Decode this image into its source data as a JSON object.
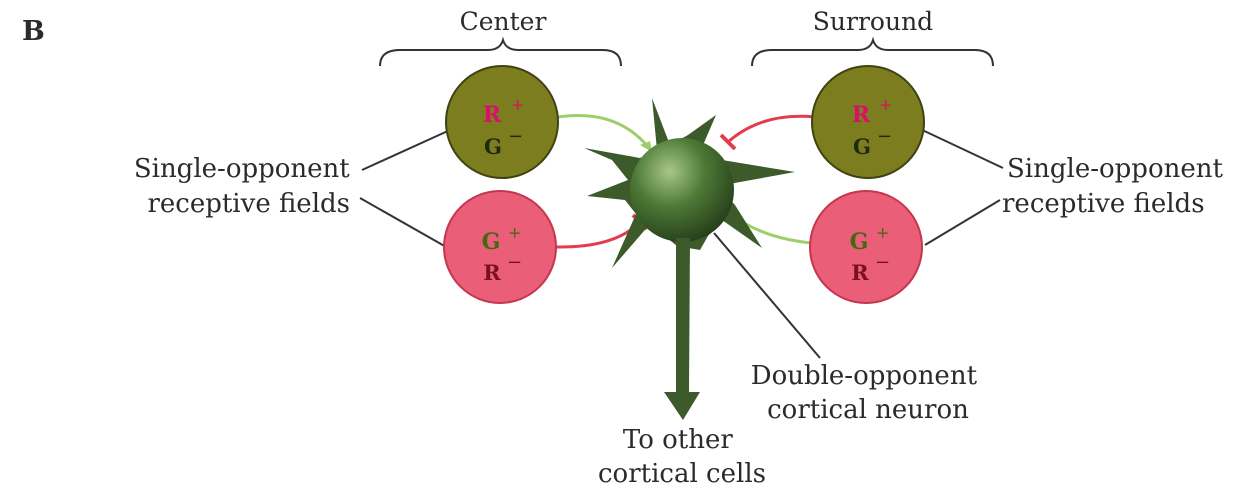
{
  "panel_label": "B",
  "center_label": "Center",
  "surround_label": "Surround",
  "left_fields_label": [
    "Single-opponent",
    "receptive fields"
  ],
  "right_fields_label": [
    "Single-opponent",
    "receptive fields"
  ],
  "neuron_label": [
    "Double-opponent",
    "cortical neuron"
  ],
  "output_label": [
    "To other",
    "cortical cells"
  ],
  "cells": [
    {
      "id": "center-rg",
      "plus": "R",
      "minus": "G",
      "fill": "#7b7d1e",
      "plus_color": "#d8106a",
      "minus_color": "#1e2a10"
    },
    {
      "id": "center-gr",
      "plus": "G",
      "minus": "R",
      "fill": "#ea5e77",
      "plus_color": "#3f6a12",
      "minus_color": "#7a1020"
    },
    {
      "id": "surround-rg",
      "plus": "R",
      "minus": "G",
      "fill": "#7b7d1e",
      "plus_color": "#d8106a",
      "minus_color": "#1e2a10"
    },
    {
      "id": "surround-gr",
      "plus": "G",
      "minus": "R",
      "fill": "#ea5e77",
      "plus_color": "#3f6a12",
      "minus_color": "#7a1020"
    }
  ],
  "colors": {
    "excitatory": "#9ccf6a",
    "inhibitory": "#e33d4d",
    "neuron": "#3c5a2a",
    "line": "#333333"
  }
}
